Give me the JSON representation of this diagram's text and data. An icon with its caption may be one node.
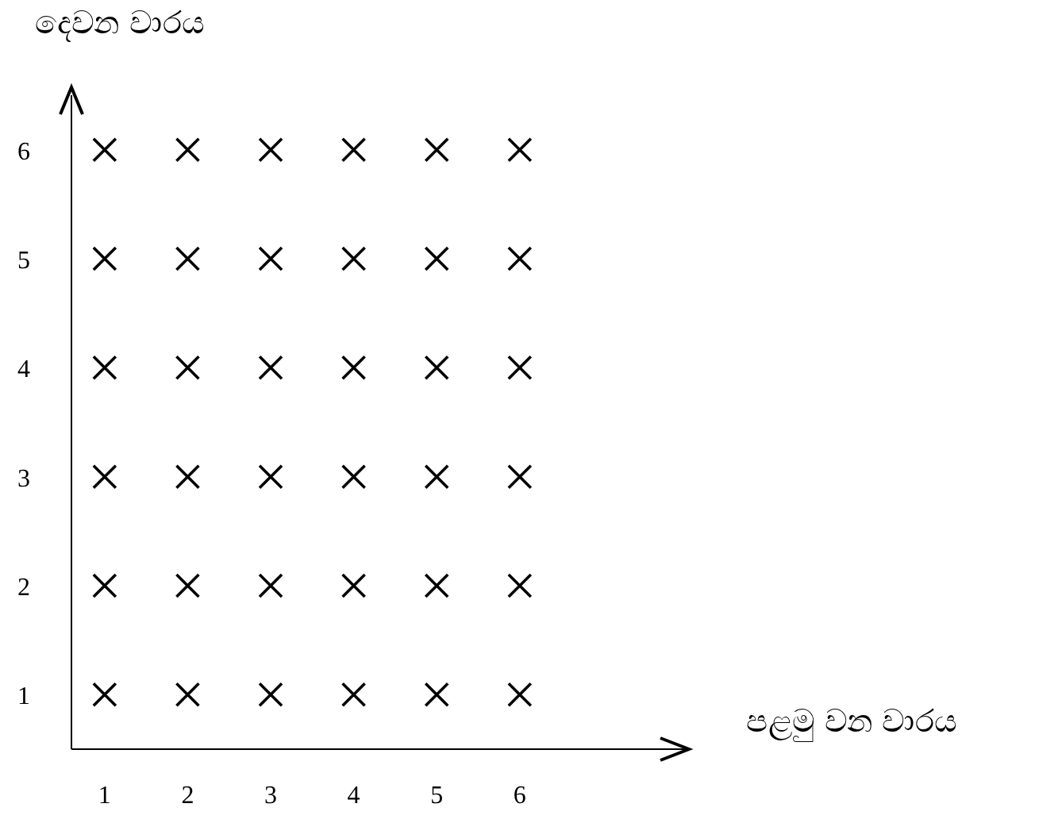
{
  "diagram": {
    "chart_data": {
      "type": "scatter",
      "xlabel": "පළමු වන වාරය",
      "ylabel": "දෙවන වාරය",
      "x": [
        1,
        2,
        3,
        4,
        5,
        6,
        1,
        2,
        3,
        4,
        5,
        6,
        1,
        2,
        3,
        4,
        5,
        6,
        1,
        2,
        3,
        4,
        5,
        6,
        1,
        2,
        3,
        4,
        5,
        6,
        1,
        2,
        3,
        4,
        5,
        6
      ],
      "series": [
        {
          "color": "#000000",
          "values": [
            6,
            6,
            6,
            6,
            6,
            6,
            5,
            5,
            5,
            5,
            5,
            5,
            4,
            4,
            4,
            4,
            4,
            4,
            3,
            3,
            3,
            3,
            3,
            3,
            2,
            2,
            2,
            2,
            2,
            2,
            1,
            1,
            1,
            1,
            1,
            1
          ]
        }
      ],
      "xlim": [
        0.6,
        8
      ],
      "ylim": [
        0.5,
        6.5
      ],
      "xticks": [
        1,
        2,
        3,
        4,
        5,
        6
      ],
      "yticks": [
        1,
        2,
        3,
        4,
        5,
        6
      ]
    }
  }
}
